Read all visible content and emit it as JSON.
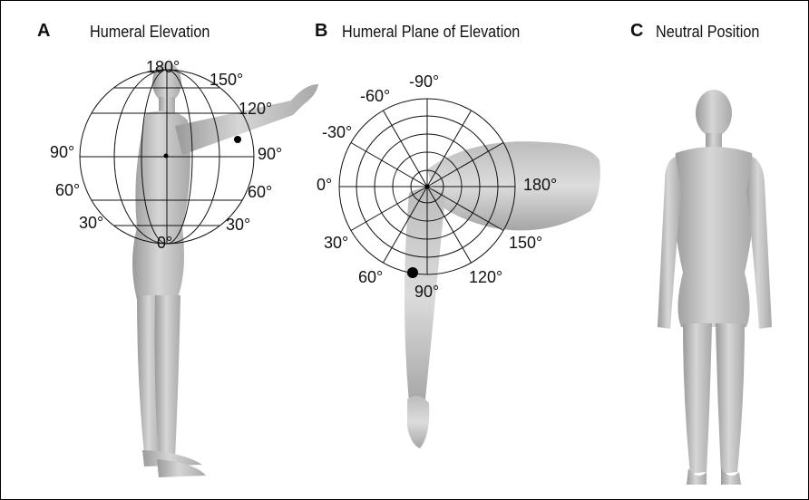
{
  "panels": [
    {
      "letter": "A",
      "title": "Humeral Elevation"
    },
    {
      "letter": "B",
      "title": "Humeral Plane of Elevation"
    },
    {
      "letter": "C",
      "title": "Neutral Position"
    }
  ],
  "elevation_labels": {
    "a180": "180°",
    "a150": "150°",
    "a120": "120°",
    "a90_left": "90°",
    "a90_right": "90°",
    "a60_left": "60°",
    "a60_right": "60°",
    "a30_left": "30°",
    "a30_right": "30°",
    "a0": "0°"
  },
  "plane_labels": {
    "n90": "-90°",
    "n60": "-60°",
    "n30": "-30°",
    "p0": "0°",
    "p30": "30°",
    "p60": "60°",
    "p90": "90°",
    "p120": "120°",
    "p150": "150°",
    "p180": "180°"
  },
  "colors": {
    "figure_fill": "#c8c8c8",
    "grid_stroke": "#111111",
    "marker": "#000000"
  }
}
